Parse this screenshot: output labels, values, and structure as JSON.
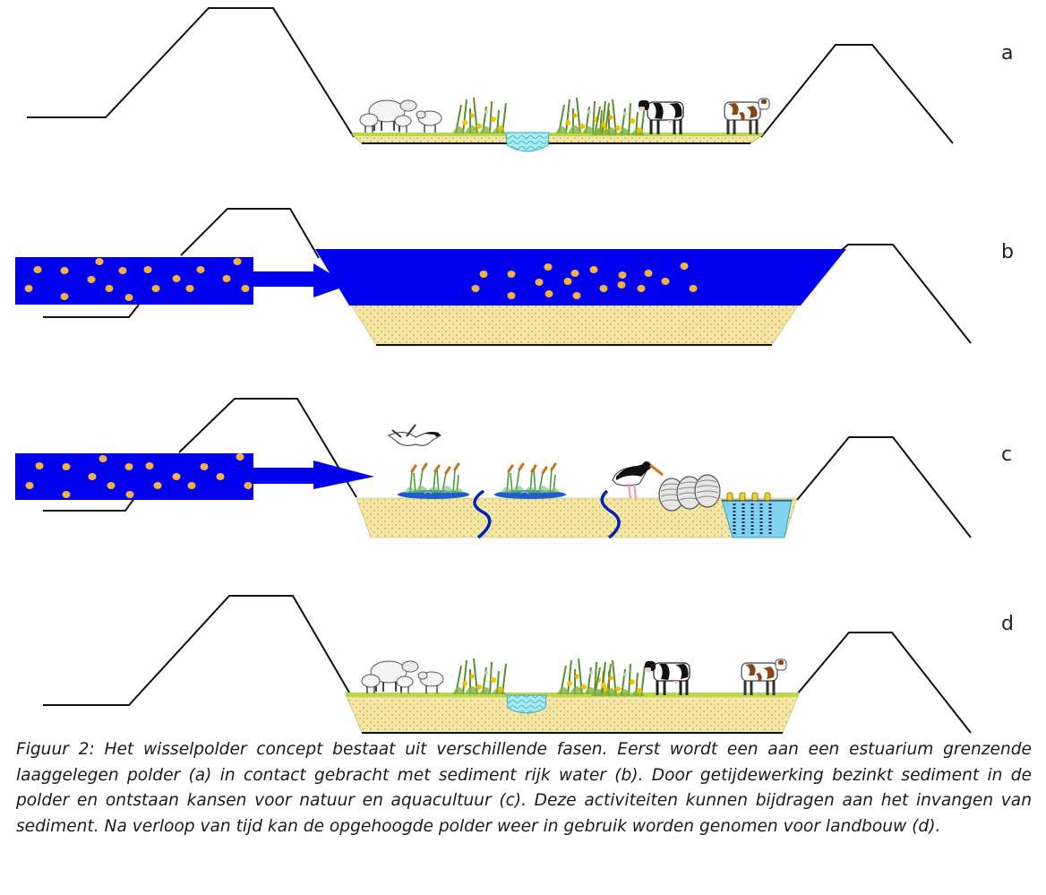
{
  "panels": [
    {
      "label": "a"
    },
    {
      "label": "b"
    },
    {
      "label": "c"
    },
    {
      "label": "d"
    }
  ],
  "colors": {
    "line": "#111111",
    "water": "#0000ee",
    "sediment_fill": "#f3e6a6",
    "sediment_dot": "#f5b13d",
    "grass": "#b8d84a",
    "ditch_water": "#8fe0e8"
  },
  "icons": [
    "sheep-icon",
    "plants-icon",
    "cow-icon",
    "flying-bird-icon",
    "reed-icon",
    "oystercatcher-icon",
    "oyster-icon",
    "mussel-farm-icon"
  ],
  "caption": "Figuur 2: Het wisselpolder concept bestaat uit verschillende fasen. Eerst wordt een aan een estuarium grenzende laaggelegen polder (a) in contact gebracht met sediment rijk water (b). Door getijdewerking bezinkt sediment in de polder en ontstaan kansen voor natuur en aquacultuur (c). Deze activiteiten kunnen bijdragen aan het invangen van sediment. Na verloop van tijd kan de opgehoogde polder weer in gebruik worden genomen voor landbouw (d)."
}
